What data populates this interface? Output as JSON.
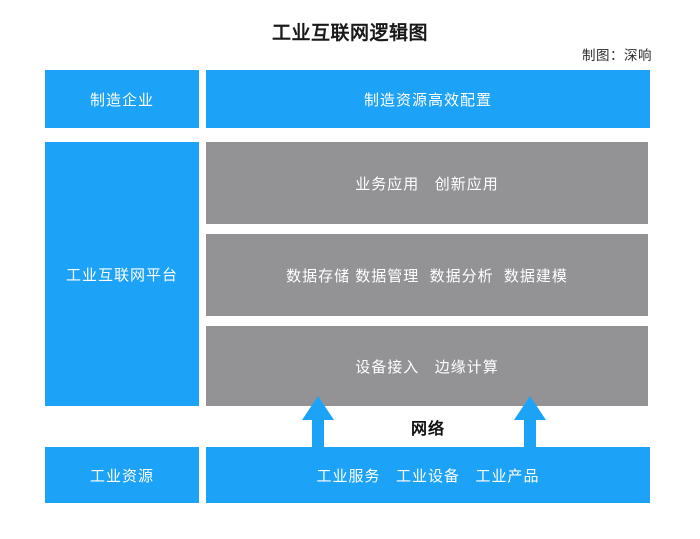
{
  "header": {
    "title": "工业互联网逻辑图",
    "credit": "制图：深响"
  },
  "colors": {
    "blue": "#1CA2F7",
    "gray": "#939396",
    "text_light": "#ffffff",
    "text_dark": "#111111",
    "background": "#ffffff"
  },
  "layers": {
    "enterprise": {
      "label": "制造企业",
      "content": "制造资源高效配置"
    },
    "platform": {
      "label": "工业互联网平台",
      "bands": [
        {
          "name": "application-band",
          "text": "业务应用   创新应用",
          "items": [
            "业务应用",
            "创新应用"
          ]
        },
        {
          "name": "data-band",
          "text": "数据存储 数据管理  数据分析  数据建模",
          "items": [
            "数据存储",
            "数据管理",
            "数据分析",
            "数据建模"
          ]
        },
        {
          "name": "edge-band",
          "text": "设备接入   边缘计算",
          "items": [
            "设备接入",
            "边缘计算"
          ]
        }
      ]
    },
    "network": {
      "label": "网络",
      "arrows": [
        "arrow-up-left",
        "arrow-up-right"
      ]
    },
    "resource": {
      "label": "工业资源",
      "content": "工业服务   工业设备   工业产品",
      "items": [
        "工业服务",
        "工业设备",
        "工业产品"
      ]
    }
  }
}
